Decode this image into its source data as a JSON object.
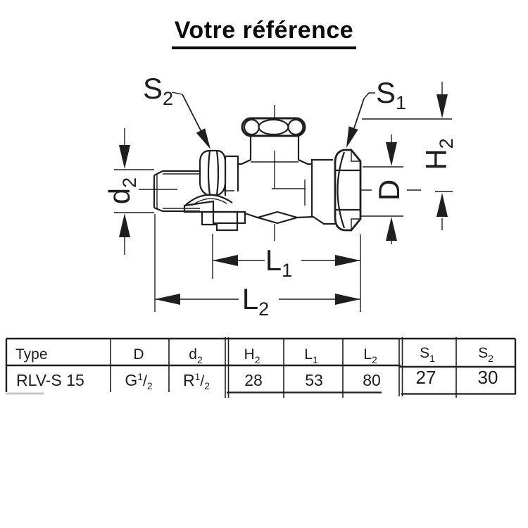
{
  "title": "Votre référence",
  "diagram": {
    "s2_label": "S",
    "s2_sub": "2",
    "s1_label": "S",
    "s1_sub": "1",
    "h2_label": "H",
    "h2_sub": "2",
    "d_label": "D",
    "d2_label": "d",
    "d2_sub": "2",
    "l1_label": "L",
    "l1_sub": "1",
    "l2_label": "L",
    "l2_sub": "2",
    "line_color": "#1f1f1f"
  },
  "table": {
    "headers": [
      {
        "text": "Type"
      },
      {
        "text": "D"
      },
      {
        "text": "d",
        "sub": "2"
      },
      {
        "text": "H",
        "sub": "2"
      },
      {
        "text": "L",
        "sub": "1"
      },
      {
        "text": "L",
        "sub": "2"
      },
      {
        "text": "S",
        "sub": "1"
      },
      {
        "text": "S",
        "sub": "2"
      }
    ],
    "row": {
      "type": "RLV-S 15",
      "d": {
        "prefix": "G",
        "sup": "1",
        "sep": "/",
        "sub": "2"
      },
      "d2": {
        "prefix": "R",
        "sup": "1",
        "sep": "/",
        "sub": "2"
      },
      "h2": "28",
      "l1": "53",
      "l2": "80",
      "s1": "27",
      "s2": "30"
    }
  }
}
